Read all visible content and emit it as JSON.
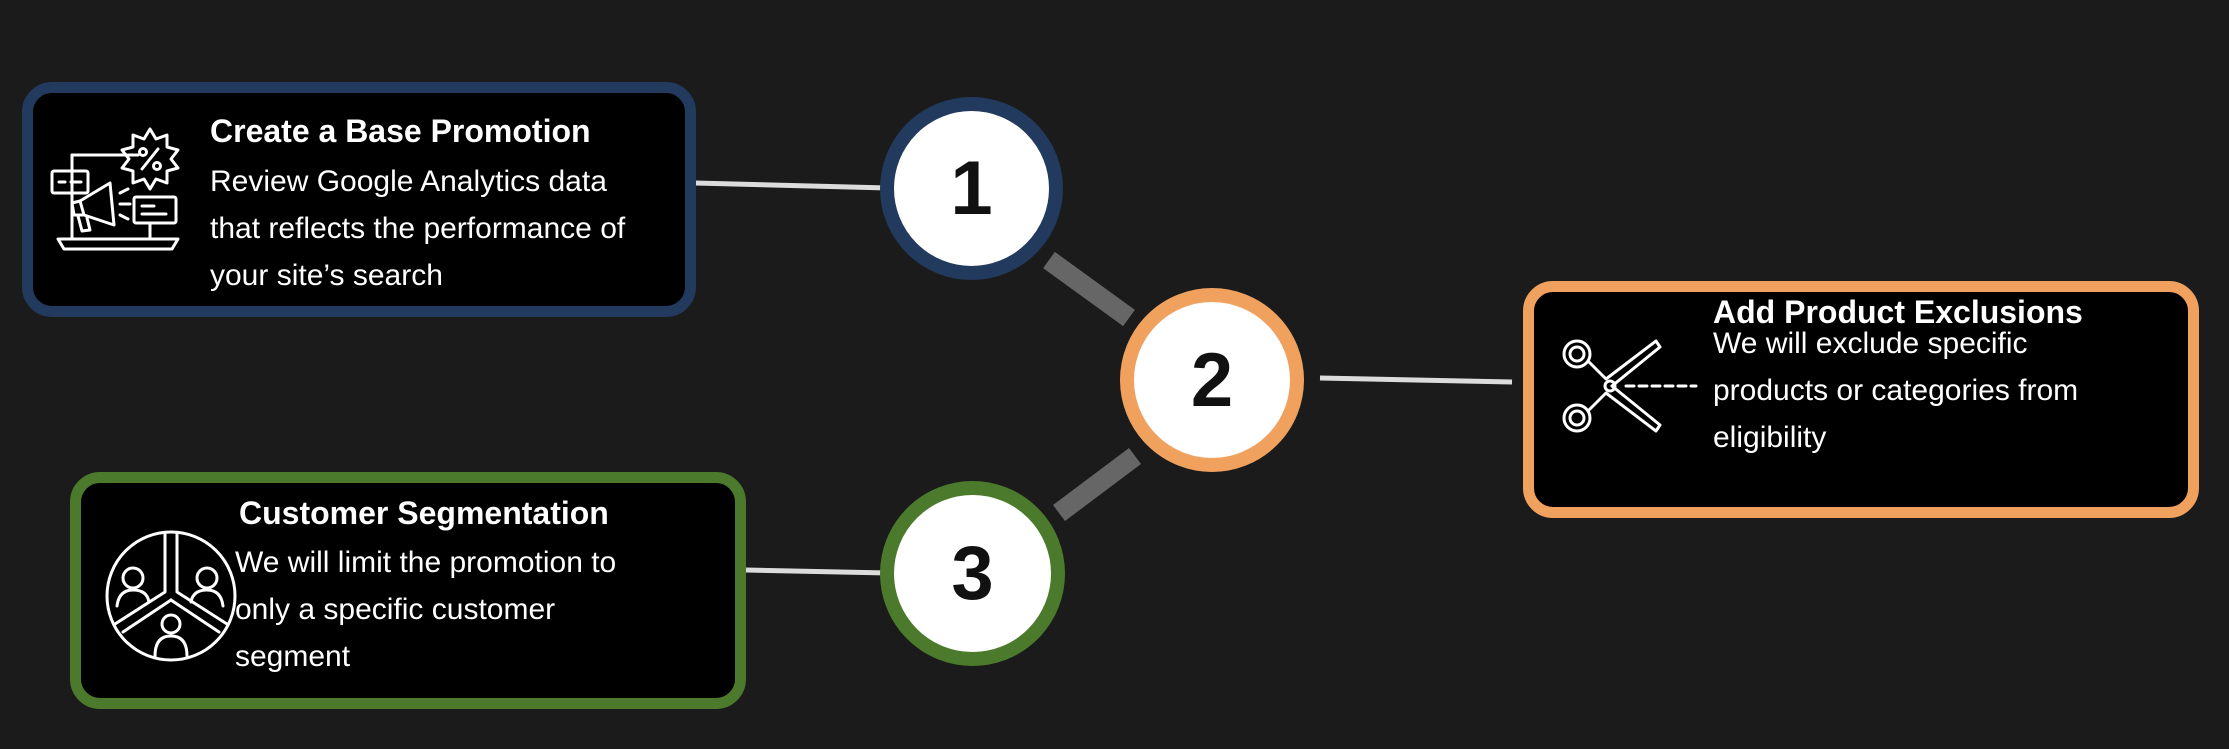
{
  "colors": {
    "background": "#1b1b1b",
    "card_fill": "#000000",
    "text": "#ffffff",
    "step_1": "#213a5d",
    "step_2": "#f0a15d",
    "step_3": "#4b7a2c",
    "connector_thin": "#dcdcdc",
    "connector_thick": "#666666"
  },
  "steps": [
    {
      "number": "1",
      "title": "Create a Base Promotion",
      "body_lines": [
        "Review Google Analytics data",
        "that reflects the performance of",
        "your site’s search"
      ],
      "icon": "marketing-megaphone-laptop-icon"
    },
    {
      "number": "2",
      "title": "Add Product Exclusions",
      "body_lines": [
        "We will exclude specific",
        "products or categories from",
        "eligibility"
      ],
      "icon": "scissors-icon"
    },
    {
      "number": "3",
      "title": "Customer Segmentation",
      "body_lines": [
        "We will limit the promotion to",
        "only a specific customer",
        "segment"
      ],
      "icon": "customer-segments-pie-icon"
    }
  ]
}
